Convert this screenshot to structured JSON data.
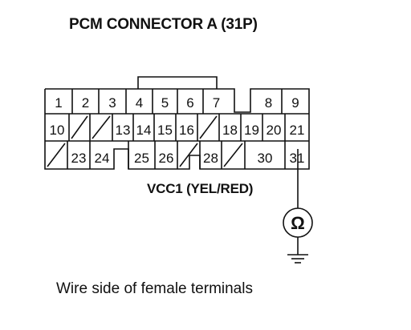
{
  "title": "PCM CONNECTOR A (31P)",
  "wire_label": "VCC1 (YEL/RED)",
  "caption": "Wire side of female terminals",
  "meter_symbol": "Ω",
  "connector": {
    "rows": [
      [
        {
          "id": "1",
          "label": "1"
        },
        {
          "id": "2",
          "label": "2"
        },
        {
          "id": "3",
          "label": "3"
        },
        {
          "id": "4",
          "label": "4"
        },
        {
          "id": "5",
          "label": "5"
        },
        {
          "id": "6",
          "label": "6"
        },
        {
          "id": "7",
          "label": "7"
        },
        {
          "id": "notch",
          "label": ""
        },
        {
          "id": "8",
          "label": "8"
        },
        {
          "id": "9",
          "label": "9"
        }
      ],
      [
        {
          "id": "10",
          "label": "10"
        },
        {
          "id": "e11",
          "label": ""
        },
        {
          "id": "e12",
          "label": ""
        },
        {
          "id": "13",
          "label": "13"
        },
        {
          "id": "14",
          "label": "14"
        },
        {
          "id": "15",
          "label": "15"
        },
        {
          "id": "16",
          "label": "16"
        },
        {
          "id": "e17",
          "label": ""
        },
        {
          "id": "18",
          "label": "18"
        },
        {
          "id": "19",
          "label": "19"
        },
        {
          "id": "20",
          "label": "20"
        },
        {
          "id": "21",
          "label": "21"
        }
      ],
      [
        {
          "id": "e22",
          "label": ""
        },
        {
          "id": "23",
          "label": "23"
        },
        {
          "id": "24",
          "label": "24"
        },
        {
          "id": "25",
          "label": "25"
        },
        {
          "id": "26",
          "label": "26"
        },
        {
          "id": "e27",
          "label": ""
        },
        {
          "id": "28",
          "label": "28"
        },
        {
          "id": "e29",
          "label": ""
        },
        {
          "id": "30",
          "label": "30"
        },
        {
          "id": "31",
          "label": "31"
        }
      ]
    ],
    "probe_terminal": "31"
  }
}
